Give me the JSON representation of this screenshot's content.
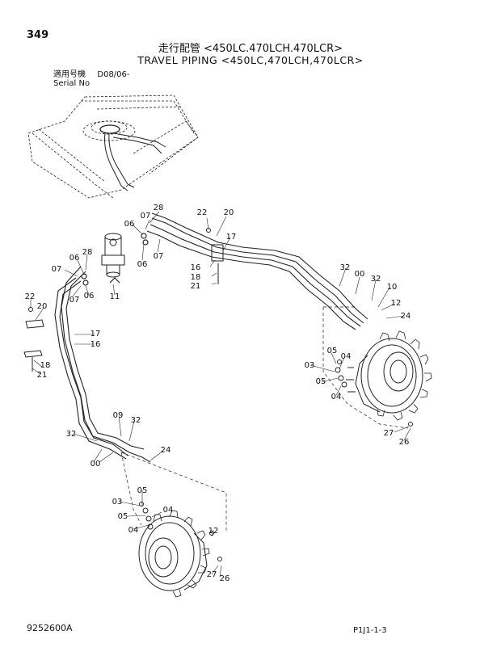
{
  "page": {
    "number": "349",
    "title_jp": "走行配管 <450LC.470LCH.470LCR>",
    "title_en": "TRAVEL PIPING <450LC,470LCH,470LCR>",
    "serial_label_jp": "適用号機",
    "serial_value": "D08/06-",
    "serial_label_en": "Serial No",
    "drawing_id": "9252600A",
    "page_ref": "P1J1-1-3"
  },
  "callouts": [
    {
      "id": "c1",
      "label": "28"
    },
    {
      "id": "c2",
      "label": "07"
    },
    {
      "id": "c3",
      "label": "06"
    },
    {
      "id": "c4",
      "label": "06"
    },
    {
      "id": "c5",
      "label": "07"
    },
    {
      "id": "c6",
      "label": "22"
    },
    {
      "id": "c7",
      "label": "20"
    },
    {
      "id": "c8",
      "label": "17"
    },
    {
      "id": "c9",
      "label": "16"
    },
    {
      "id": "c10",
      "label": "18"
    },
    {
      "id": "c11",
      "label": "21"
    },
    {
      "id": "c12",
      "label": "06"
    },
    {
      "id": "c13",
      "label": "28"
    },
    {
      "id": "c14",
      "label": "07"
    },
    {
      "id": "c15",
      "label": "07"
    },
    {
      "id": "c16",
      "label": "06"
    },
    {
      "id": "c17",
      "label": "11"
    },
    {
      "id": "c18",
      "label": "22"
    },
    {
      "id": "c19",
      "label": "20"
    },
    {
      "id": "c20",
      "label": "17"
    },
    {
      "id": "c21",
      "label": "16"
    },
    {
      "id": "c22",
      "label": "18"
    },
    {
      "id": "c23",
      "label": "21"
    },
    {
      "id": "c24",
      "label": "32"
    },
    {
      "id": "c25",
      "label": "00"
    },
    {
      "id": "c26",
      "label": "32"
    },
    {
      "id": "c27",
      "label": "10"
    },
    {
      "id": "c28",
      "label": "12"
    },
    {
      "id": "c29",
      "label": "24"
    },
    {
      "id": "c30",
      "label": "05"
    },
    {
      "id": "c31",
      "label": "04"
    },
    {
      "id": "c32",
      "label": "03"
    },
    {
      "id": "c33",
      "label": "05"
    },
    {
      "id": "c34",
      "label": "04"
    },
    {
      "id": "c35",
      "label": "27"
    },
    {
      "id": "c36",
      "label": "26"
    },
    {
      "id": "c37",
      "label": "09"
    },
    {
      "id": "c38",
      "label": "32"
    },
    {
      "id": "c39",
      "label": "32"
    },
    {
      "id": "c40",
      "label": "00"
    },
    {
      "id": "c41",
      "label": "24"
    },
    {
      "id": "c42",
      "label": "05"
    },
    {
      "id": "c43",
      "label": "03"
    },
    {
      "id": "c44",
      "label": "04"
    },
    {
      "id": "c45",
      "label": "05"
    },
    {
      "id": "c46",
      "label": "04"
    },
    {
      "id": "c47",
      "label": "12"
    },
    {
      "id": "c48",
      "label": "27"
    },
    {
      "id": "c49",
      "label": "26"
    }
  ]
}
